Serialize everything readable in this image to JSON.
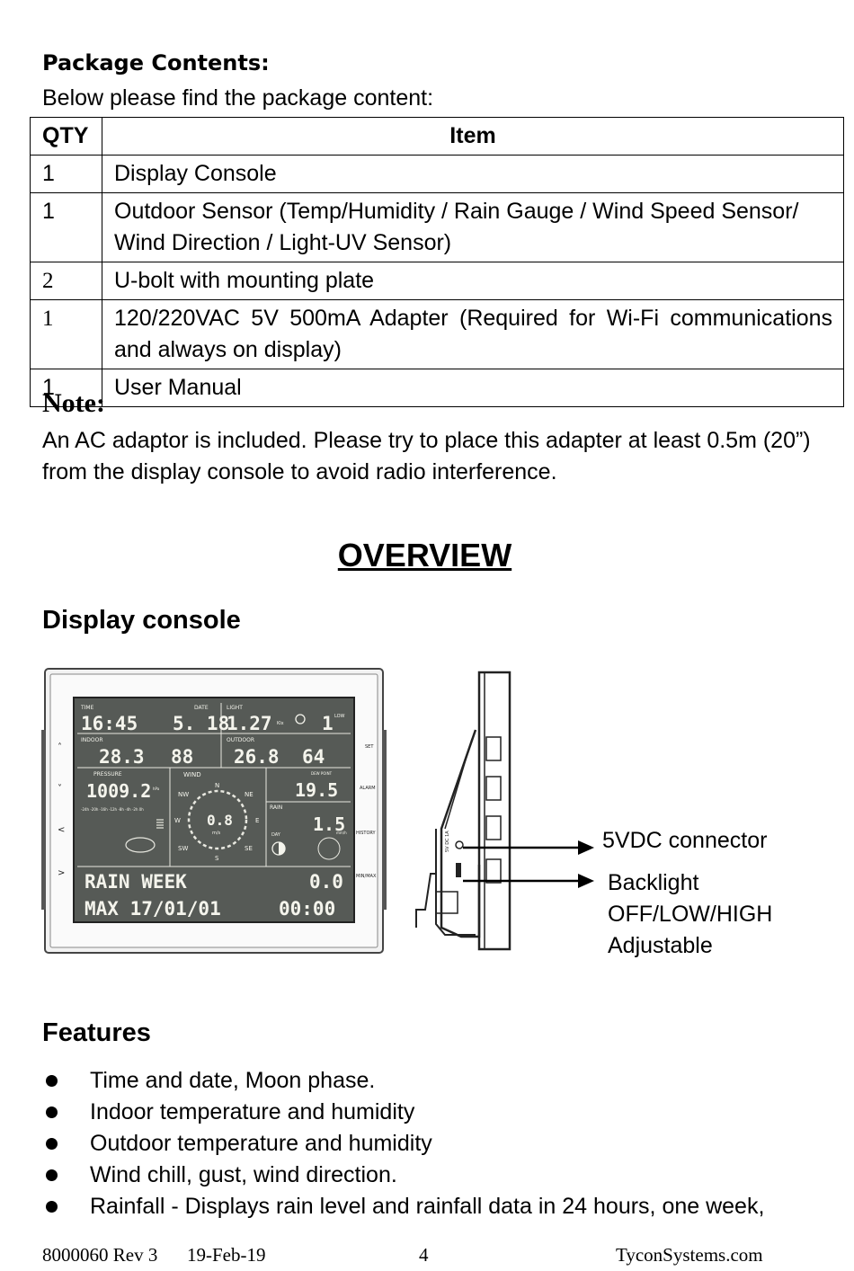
{
  "package": {
    "title": "Package Contents:",
    "intro": "Below please find the package content:",
    "headers": {
      "qty": "QTY",
      "item": "Item"
    },
    "rows": [
      {
        "qty": "1",
        "item": "Display Console"
      },
      {
        "qty": "1",
        "item": "Outdoor Sensor (Temp/Humidity / Rain Gauge / Wind Speed Sensor/ Wind Direction / Light-UV Sensor)"
      },
      {
        "qty": "2",
        "item": "U-bolt with mounting plate"
      },
      {
        "qty": "1",
        "item": "120/220VAC 5V 500mA Adapter (Required for Wi-Fi communications and always on display)"
      },
      {
        "qty": "1",
        "item": "User Manual"
      }
    ]
  },
  "note": {
    "heading": "Note:",
    "text": "An AC adaptor is included. Please try to place this adapter at least 0.5m (20”) from the display console to avoid radio interference."
  },
  "overview": {
    "title": "OVERVIEW",
    "display_heading": "Display console",
    "console": {
      "time_label": "TIME",
      "time": "16:45",
      "date_label": "DATE",
      "date": "5. 18",
      "light_label": "LIGHT",
      "light": "1.27",
      "light_unit": "Klx",
      "uv": "1",
      "uv_label": "LOW",
      "indoor_label": "INDOOR",
      "indoor_temp": "28.3",
      "indoor_hum": "88",
      "outdoor_label": "OUTDOOR",
      "outdoor_temp": "26.8",
      "outdoor_hum": "64",
      "pressure_label": "PRESSURE",
      "pressure": "1009.2",
      "pressure_unit": "hPa",
      "history_axis": "-24h -20h -16h -12h -8h -4h -2h 0h",
      "wind_label": "WIND",
      "wind_speed": "0.8",
      "wind_unit": "m/s",
      "compass": [
        "N",
        "NE",
        "E",
        "SE",
        "S",
        "SW",
        "W",
        "NW"
      ],
      "dew_label": "DEW POINT",
      "dew": "19.5",
      "rain_label": "RAIN",
      "rain": "1.5",
      "rain_unit": "mm/h",
      "day_label": "DAY",
      "line1_left": "RAIN WEEK",
      "line1_right": "0.0",
      "line2_left": "MAX 17/01/01",
      "line2_right": "00:00",
      "buttons_left": [
        "˄",
        "˅",
        "<",
        ">"
      ],
      "buttons_right": [
        "SET",
        "ALARM",
        "HISTORY",
        "MIN/MAX"
      ],
      "side_label": "5V DC 1A"
    },
    "callouts": {
      "connector": "5VDC connector",
      "backlight_1": "Backlight",
      "backlight_2": "OFF/LOW/HIGH",
      "backlight_3": "Adjustable"
    }
  },
  "features": {
    "heading": "Features",
    "items": [
      "Time and date, Moon phase.",
      "Indoor temperature and humidity",
      "Outdoor temperature and humidity",
      "Wind chill, gust, wind direction.",
      "Rainfall - Displays rain level and rainfall data in 24 hours, one week,"
    ]
  },
  "footer": {
    "doc": "8000060 Rev 3",
    "date": "19-Feb-19",
    "page": "4",
    "site": "TyconSystems.com"
  }
}
